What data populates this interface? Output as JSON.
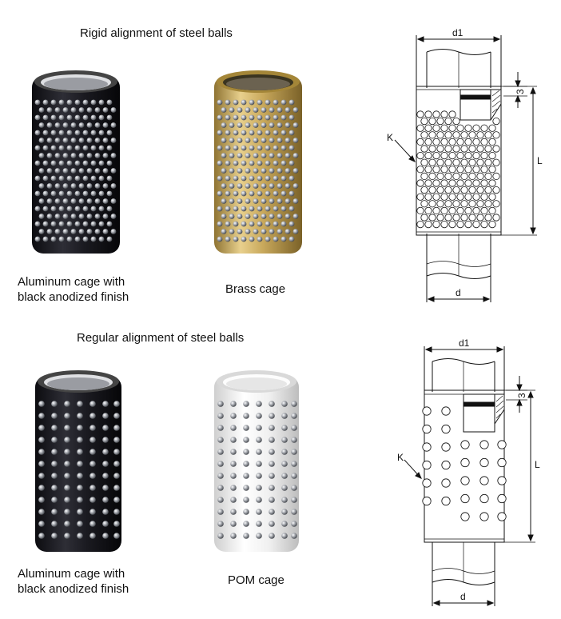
{
  "sections": [
    {
      "heading": "Rigid alignment of steel balls",
      "products": [
        {
          "caption": "Aluminum cage with\nblack anodized finish",
          "cage_color": "#1b1b1f",
          "rim_color": "#3a3a40"
        },
        {
          "caption": "Brass cage",
          "cage_color": "#c8aa62",
          "rim_color": "#a98a40"
        }
      ],
      "drawing": {
        "d1_label": "d1",
        "d_label": "d",
        "L_label": "L",
        "K_label": "K",
        "h_label": "3"
      }
    },
    {
      "heading": "Regular alignment of steel balls",
      "products": [
        {
          "caption": "Aluminum cage with\nblack anodized finish",
          "cage_color": "#1b1b1f",
          "rim_color": "#3a3a40"
        },
        {
          "caption": "POM cage",
          "cage_color": "#eeeeee",
          "rim_color": "#d8d8d8"
        }
      ],
      "drawing": {
        "d1_label": "d1",
        "d_label": "d",
        "L_label": "L",
        "K_label": "K",
        "h_label": "3"
      }
    }
  ]
}
